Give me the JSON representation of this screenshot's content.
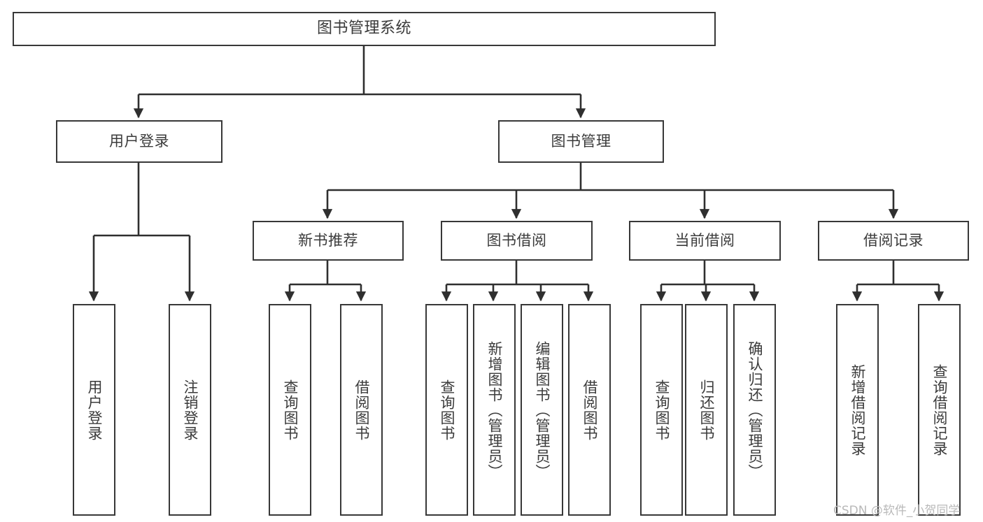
{
  "diagram": {
    "title_node": {
      "label": "图书管理系统"
    },
    "colors": {
      "background": "#ffffff",
      "node_fill": "#ffffff",
      "node_border": "#383838",
      "text": "#3b3b3b",
      "connector": "#2f2f2f",
      "watermark": "#b9b9b9"
    },
    "level1": [
      {
        "label": "用户登录"
      },
      {
        "label": "图书管理"
      }
    ],
    "level2": [
      {
        "label": "新书推荐"
      },
      {
        "label": "图书借阅"
      },
      {
        "label": "当前借阅"
      },
      {
        "label": "借阅记录"
      }
    ],
    "leaves": {
      "user_login": [
        {
          "label": "用户登录"
        },
        {
          "label": "注销登录"
        }
      ],
      "new_book_recommend": [
        {
          "label": "查询图书"
        },
        {
          "label": "借阅图书"
        }
      ],
      "book_borrow": [
        {
          "label": "查询图书"
        },
        {
          "label": "新增图书（管理员）"
        },
        {
          "label": "编辑图书（管理员）"
        },
        {
          "label": "借阅图书"
        }
      ],
      "current_borrow": [
        {
          "label": "查询图书"
        },
        {
          "label": "归还图书"
        },
        {
          "label": "确认归还（管理员）"
        }
      ],
      "borrow_record": [
        {
          "label": "新增借阅记录"
        },
        {
          "label": "查询借阅记录"
        }
      ]
    }
  },
  "watermark": {
    "text": "CSDN @软件_小贺同学"
  }
}
